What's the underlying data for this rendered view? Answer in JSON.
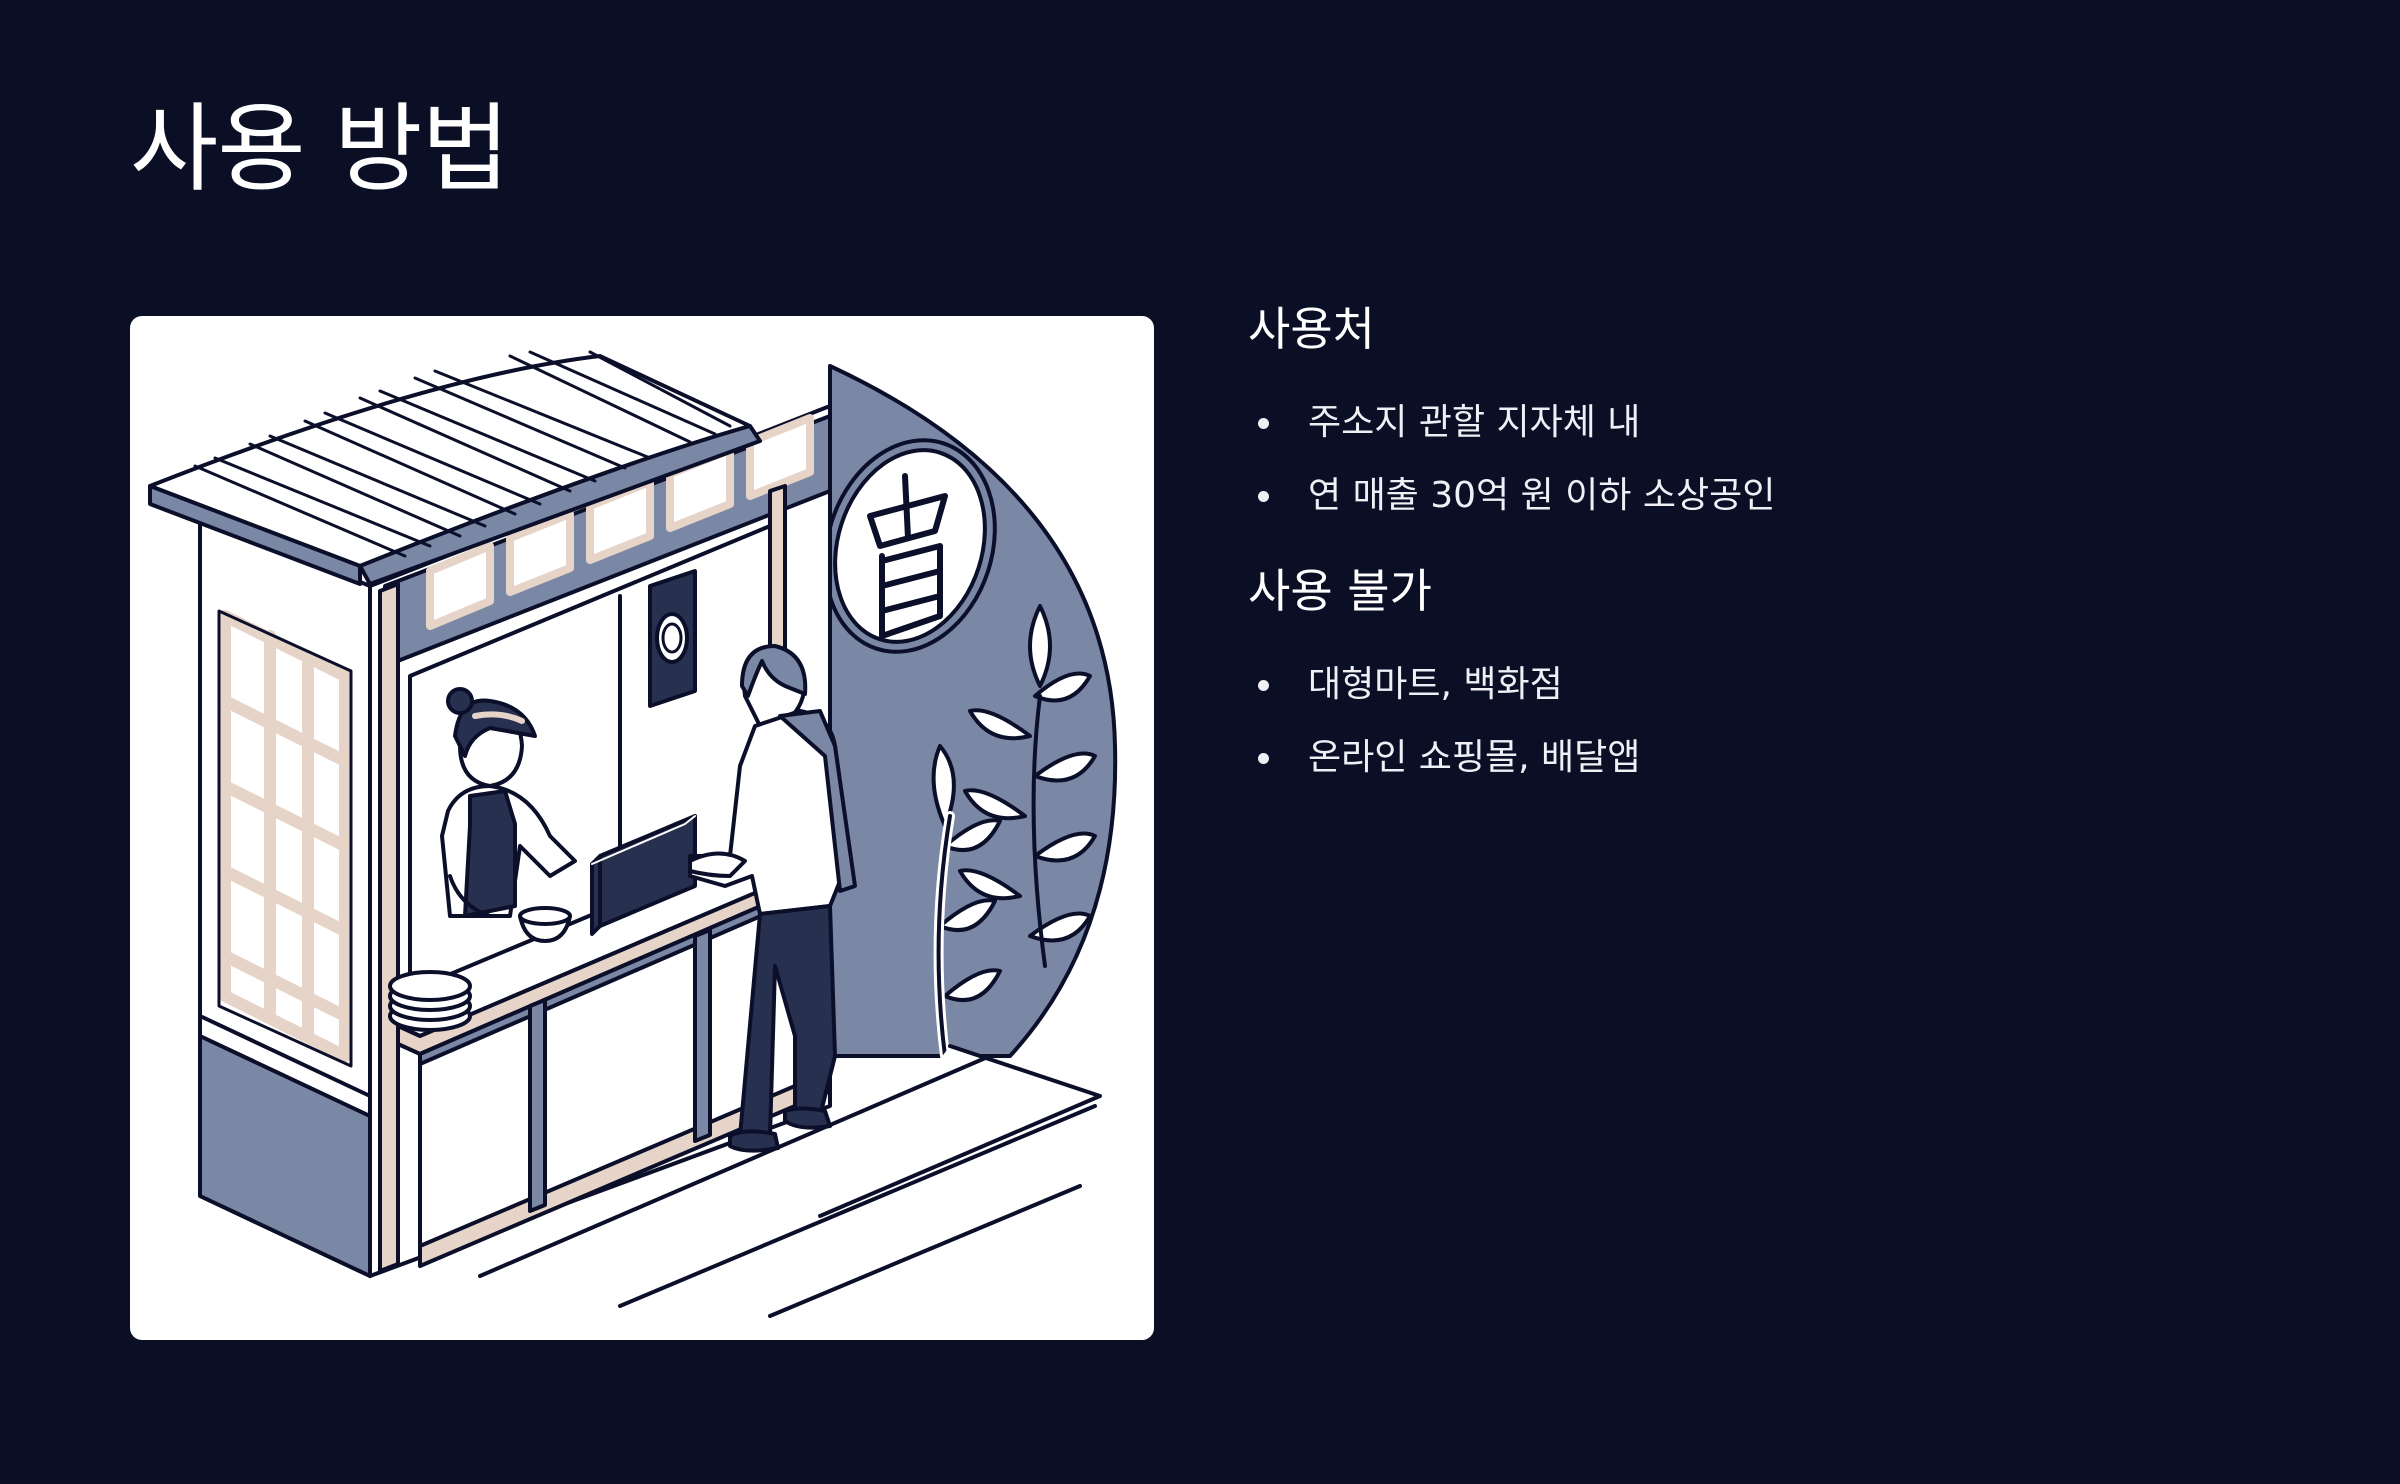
{
  "page": {
    "title": "사용 방법"
  },
  "illustration": {
    "description": "Isometric street food stall with vendor, customer paying, and leafy circular backdrop",
    "sign_glyph": "曾",
    "colors": {
      "outline": "#0b0f2a",
      "slate": "#7b88a5",
      "navy": "#27304f",
      "beige": "#e6d4c8",
      "white": "#ffffff"
    }
  },
  "sections": [
    {
      "heading": "사용처",
      "items": [
        "주소지 관할 지자체 내",
        "연 매출 30억 원 이하 소상공인"
      ]
    },
    {
      "heading": "사용 불가",
      "items": [
        "대형마트, 백화점",
        "온라인 쇼핑몰, 배달앱"
      ]
    }
  ],
  "theme": {
    "background": "#0a0f26",
    "text": "#ffffff",
    "card": "#ffffff"
  }
}
